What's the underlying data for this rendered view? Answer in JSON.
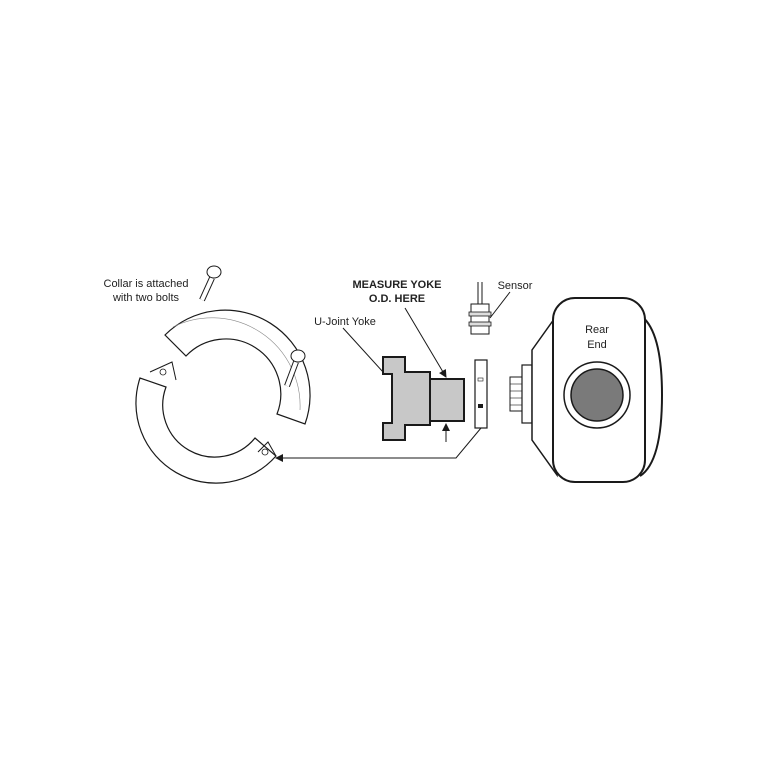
{
  "labels": {
    "collar_line1": "Collar is attached",
    "collar_line2": "with two bolts",
    "measure_line1": "MEASURE YOKE",
    "measure_line2": "O.D. HERE",
    "sensor": "Sensor",
    "yoke": "U-Joint Yoke",
    "rear_line1": "Rear",
    "rear_line2": "End"
  },
  "colors": {
    "line": "#1a1a1a",
    "part_fill": "#c8c8c8",
    "hub_fill": "#7a7a7a"
  }
}
